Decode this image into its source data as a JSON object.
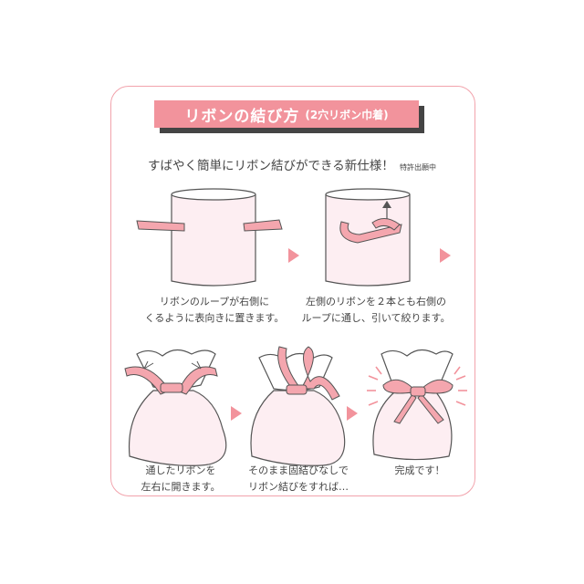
{
  "title": {
    "main": "リボンの結び方",
    "sub": "(2穴リボン巾着)"
  },
  "subtitle": {
    "text": "すばやく簡単にリボン結びができる新仕様！",
    "note": "特許出願中"
  },
  "steps": [
    {
      "line1": "リボンのループが右側に",
      "line2": "くるように表向きに置きます。"
    },
    {
      "line1": "左側のリボンを２本とも右側の",
      "line2": "ループに通し、引いて絞ります。"
    },
    {
      "line1": "通したリボンを",
      "line2": "左右に開きます。"
    },
    {
      "line1": "そのまま固結びなしで",
      "line2": "リボン結びをすれば…"
    },
    {
      "line1": "完成です！",
      "line2": ""
    }
  ],
  "colors": {
    "border": "#f2a3ac",
    "accent": "#f2939c",
    "ribbon": "#f4a6ae",
    "bag": "#fdeef2",
    "line": "#555555"
  },
  "icons": {
    "next_arrow": "triangle-right-icon",
    "pull_arrow": "curved-arrow-up-icon",
    "sparkle": "sparkle-lines-icon"
  }
}
